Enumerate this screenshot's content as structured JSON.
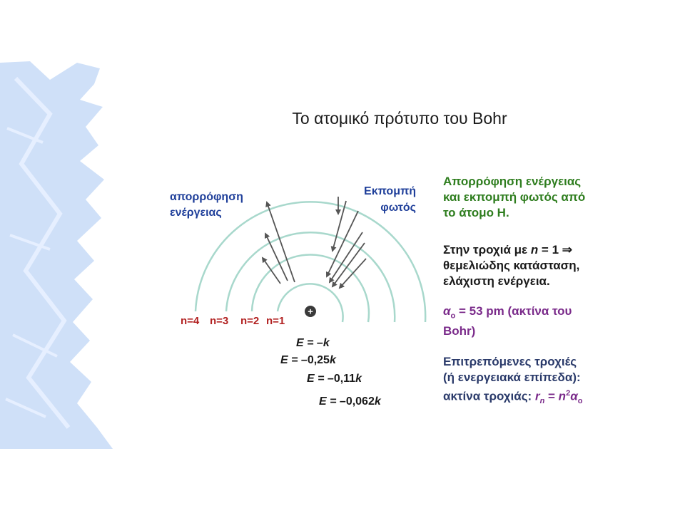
{
  "slide": {
    "title": "Το ατομικό πρότυπο του Bohr"
  },
  "diagram": {
    "absorption_label": [
      "απορρόφηση",
      "ενέργειας"
    ],
    "emission_label": [
      "Εκπομπή",
      "φωτός"
    ],
    "nucleus_symbol": "+",
    "orbit_labels": [
      "n=4",
      "n=3",
      "n=2",
      "n=1"
    ],
    "energy_labels": [
      {
        "prefix": "E = –",
        "value": "",
        "unit": "k"
      },
      {
        "prefix": "E = –",
        "value": "0,25",
        "unit": "k"
      },
      {
        "prefix": "E = –",
        "value": "0,11",
        "unit": "k"
      },
      {
        "prefix": "E = –",
        "value": "0,062",
        "unit": "k"
      }
    ],
    "colors": {
      "orbit": "#a8d8cc",
      "arrow": "#555555",
      "absorption_text": "#1f3f9a",
      "orbit_label": "#b22222"
    }
  },
  "panel": {
    "heading": [
      "Απορρόφηση ενέργειας",
      "και εκπομπή φωτός από",
      "το άτομο H."
    ],
    "ground_state": {
      "line1_pre": "Στην τροχιά με ",
      "line1_var": "n",
      "line1_post": " = 1 ⇒",
      "line2": "θεμελιώδης κατάσταση,",
      "line3": "ελάχιστη ενέργεια."
    },
    "bohr_radius": {
      "symbol": "α",
      "sub": "o",
      "text": " = 53 pm (ακτίνα του",
      "line2": "Bohr)"
    },
    "allowed": {
      "line1": "Επιτρεπόμενες τροχιές",
      "line2": "(ή ενεργειακά επίπεδα):",
      "line3_pre": "ακτίνα τροχιάς: ",
      "r": "r",
      "r_sub": "n",
      "eq": " = ",
      "n": "n",
      "sup": "2",
      "a": "α",
      "a_sub": "o"
    }
  }
}
